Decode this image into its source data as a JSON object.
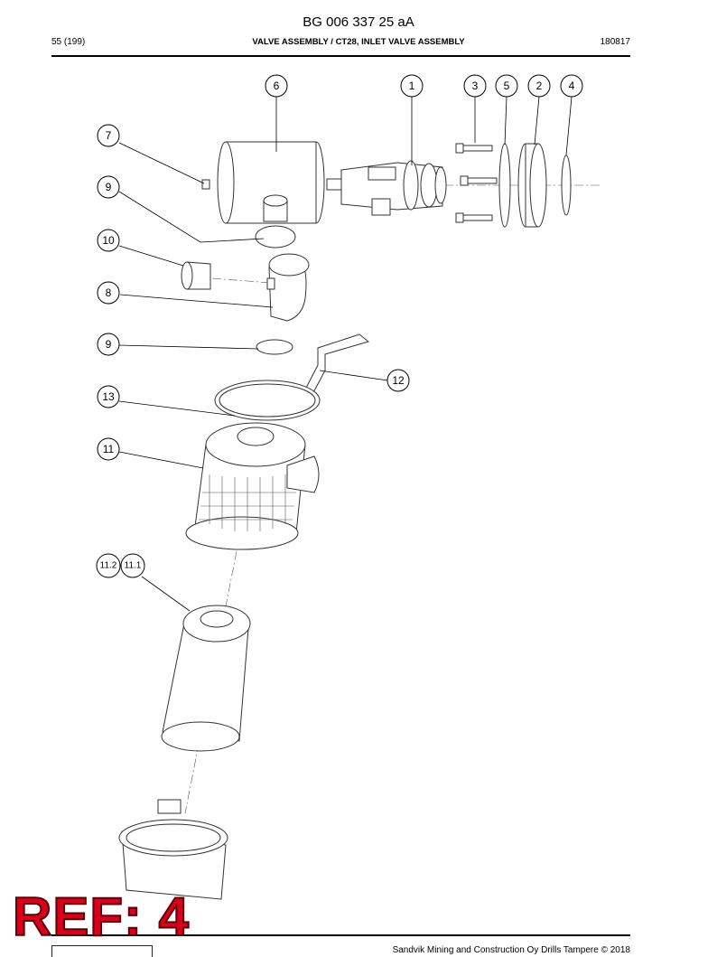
{
  "header": {
    "doc_number": "BG 006 337 25 aA",
    "page": "55 (199)",
    "section_title": "VALVE ASSEMBLY / CT28, INLET VALVE ASSEMBLY",
    "date_code": "180817"
  },
  "callouts": {
    "c1": "1",
    "c2": "2",
    "c3": "3",
    "c4": "4",
    "c5": "5",
    "c6": "6",
    "c7": "7",
    "c8": "8",
    "c9a": "9",
    "c9b": "9",
    "c10": "10",
    "c11": "11",
    "c11_1": "11.1",
    "c11_2": "11.2",
    "c12": "12",
    "c13": "13"
  },
  "stamp": {
    "text": "REF: 4"
  },
  "footer": {
    "copyright": "Sandvik Mining and Construction Oy Drills Tampere © 2018"
  }
}
